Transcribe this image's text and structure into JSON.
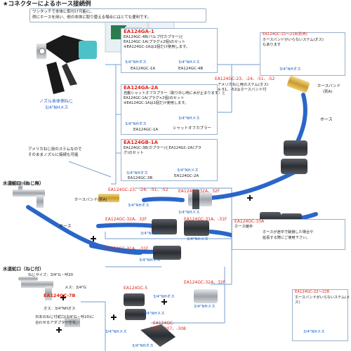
{
  "header": {
    "title": "★コネクターによるホース接続例",
    "note_lines": [
      "ワンタッチで本体に取付け可能に。",
      "例にホースを用い、他の本体に取り替える場合にはとても便利です。"
    ]
  },
  "nozzle": {
    "label": "ノズル本体側ねじ",
    "thread": "3/4\"NHメス",
    "direct_note_lines": [
      "アメリカねじ用のステムなので",
      "そのままノズルに接続も可能"
    ]
  },
  "set_a": {
    "code": "EA124GA-1",
    "lines": [
      "EA124GC-4B(バルブ付カプラー)と",
      "EA124GC-1A(プラグ×2個)のセット",
      "※EA124GC-1Aは1個だけ使用します。"
    ],
    "left_thread": "3/4\"NHオス",
    "right_thread": "3/4\"NHメス",
    "left_part": "EA124GC-1A",
    "right_part": "EA124GC-4B"
  },
  "set_b": {
    "code": "EA124GA-2A",
    "lines": [
      "自動シャットオフカプラー（取り外し時に水が止まります）と",
      "EA124GC-1A(プラグ×2個)のセット",
      "※EA124GC-1Aは1個だけ使用します。"
    ],
    "left_thread": "3/4\"NHオス",
    "right_thread": "3/4\"NHメス",
    "left_part": "EA124GC-1A",
    "right_part": "シャットオフカプラー"
  },
  "set_c": {
    "code": "EA124GB-1A",
    "lines": [
      "EA124GC-3B(カプラー)とEA124GC-2A(プラ",
      "グ)のセット"
    ],
    "left_thread": "3/4\"NHオス",
    "right_thread": "3/4\"NHメス",
    "left_part": "EA124GC-3B",
    "right_part": "EA124GC-2A"
  },
  "stem_top_right": {
    "code": "EA124GC-21～21B(別売)",
    "lines": [
      "ホースバンドがいらないステム(オス)",
      "もあります"
    ],
    "thread": "3/4\"NHオス"
  },
  "usa_stem": {
    "code": "EA124GC-23、-24、-51、-52",
    "lines": [
      "アメリカねじ用のステム(オス)",
      "※-51、-52はホースバンド付"
    ]
  },
  "hose_band_top": "ホースバンド",
  "hose_band_top_sub": "(別A)",
  "hose_label_right": "ホース",
  "faucet_a": {
    "title": "水道蛇口（ねじ無）",
    "stem_code": "EA124GC-23、-24、-51、-52",
    "hose_band": "ホースバンド(別A)",
    "thread": "3/4\"NHオス",
    "hose": "ホース"
  },
  "part_32a_top": {
    "code": "EA124GC-32A、32F",
    "thread": "3/4\"NHメス"
  },
  "part_32a_mid": {
    "code": "EA124GC-32A、32F",
    "thread": "3/4\"NHオス"
  },
  "part_31a_mid": {
    "code": "EA124GC-31A、-31F",
    "thread": "3/4\"NHメス"
  },
  "part_31a_low": {
    "code": "EA124GC-31A、-31F",
    "thread": "3/4\"NHオス"
  },
  "part_33a": {
    "code": "EA124GC-33A",
    "sub": "ホース継手",
    "lines": [
      "ホースが途中で破損した場合や",
      "延長する際にご使用下さい。"
    ]
  },
  "faucet_b": {
    "title": "水道蛇口（ねじ付）",
    "thread_note": "ねじサイズ：3/4\"G・呼20",
    "adapter_code": "EA124GC-7B",
    "adapter_female": "メス：3/4\"G",
    "adapter_male": "オス：3/4\"NHオス",
    "adapter_note_lines": [
      "日本のねじ付蛇口(3/4\"G・呼20)に",
      "合わせるアダプターです。"
    ]
  },
  "part_5": {
    "code": "EA124GC-5",
    "thread_a": "3/4\"NHオス",
    "thread_b": "3/4\"NHメス"
  },
  "part_306": {
    "code": "EA124GC-",
    "codes2": "-306、-307、-308",
    "thread_a": "3/4\"NHメス",
    "thread_b": "3/4\"NHオス"
  },
  "part_32a_low": {
    "code": "EA124GC-32A、32F",
    "thread": "3/4\"NHメス"
  },
  "stem_bottom_right": {
    "code": "EA124GC-22～22B",
    "lines": [
      "ホースバンドがいらないステム(メ",
      "ス)"
    ],
    "thread": "3/4\"NHメス"
  },
  "colors": {
    "accent_red": "#e0261b",
    "hose_blue": "#2a66c8",
    "frame_blue": "#8fb0d6",
    "metal": "#a9aeb4"
  },
  "icons": [
    "spray-nozzle-icon",
    "faucet-icon",
    "hose-icon",
    "coupler-icon"
  ]
}
